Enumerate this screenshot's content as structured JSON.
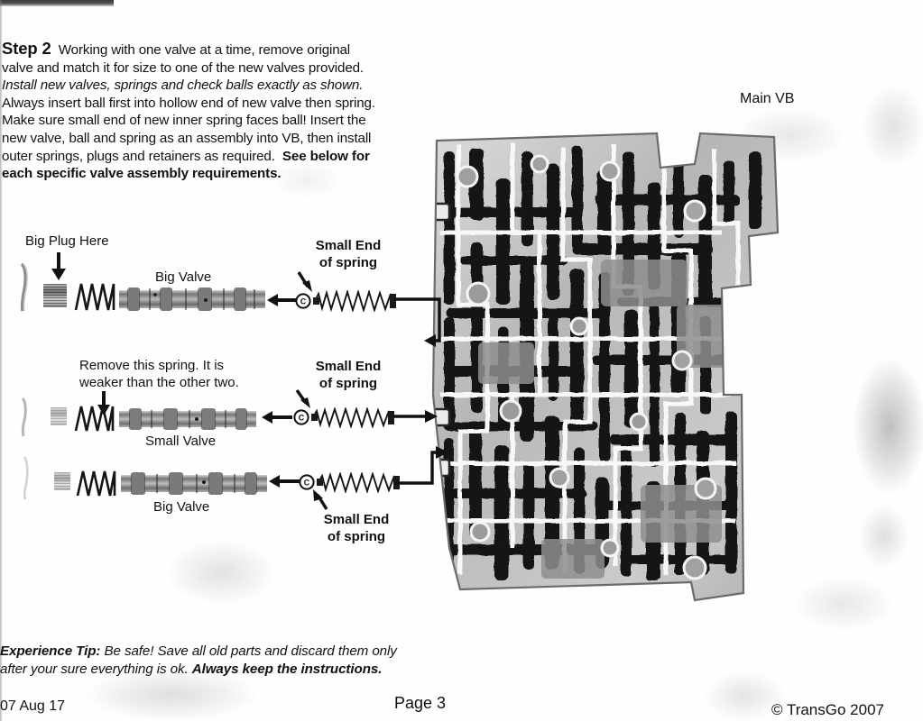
{
  "document": {
    "step_heading": "Step 2",
    "step_lines": [
      "Working with one valve at a time, remove original",
      "valve and match it for size to one of the new valves provided.",
      "Install new valves, springs and check balls exactly as shown.",
      "Always insert ball first into hollow end of new valve then spring.",
      "Make sure small end of new inner spring faces ball!  Insert the",
      "new valve, ball and spring as an assembly into VB, then install",
      "outer springs, plugs and retainers as required.  See below for",
      "each specific valve assembly requirements."
    ],
    "experience_tip_label": "Experience Tip:",
    "experience_tip_lines": [
      " Be safe! Save all old parts and discard them only",
      "after your sure everything is ok. "
    ],
    "experience_tip_bold_end": "Always keep the instructions.",
    "footer": {
      "date": "07 Aug 17",
      "page": "Page 3",
      "copyright": "© TransGo 2007"
    }
  },
  "diagram": {
    "main_vb_label": "Main VB",
    "check_ball_glyph": "C",
    "assemblies": [
      {
        "id": "assembly-1",
        "plug_label": "Big Plug Here",
        "valve_label": "Big Valve",
        "spring_label_line1": "Small End",
        "spring_label_line2": "of spring"
      },
      {
        "id": "assembly-2",
        "spring_note_line1": "Remove this spring.  It is",
        "spring_note_line2": "weaker than the other two.",
        "valve_label": "Small Valve",
        "spring_label_line1": "Small End",
        "spring_label_line2": "of spring"
      },
      {
        "id": "assembly-3",
        "valve_label": "Big Valve",
        "spring_label_line1": "Small End",
        "spring_label_line2": "of spring"
      }
    ]
  },
  "colors": {
    "ink": "#111111",
    "paper": "#fefefe",
    "metal_light": "#d8d8d8",
    "metal_dark": "#4a4a4a"
  }
}
